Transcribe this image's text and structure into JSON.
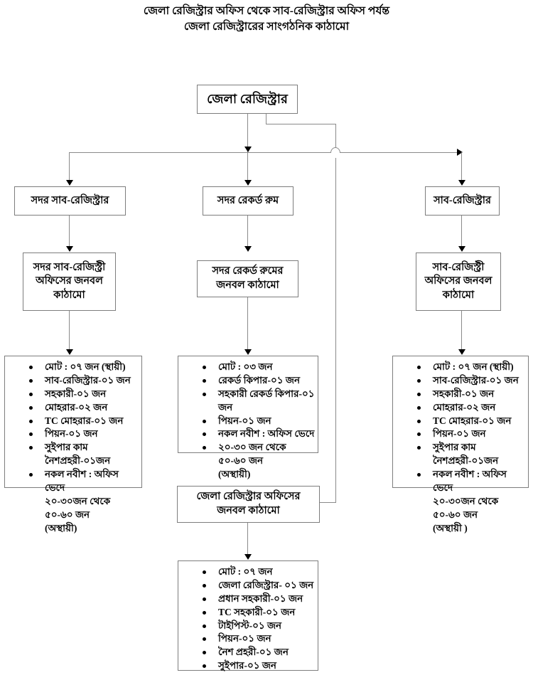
{
  "title": {
    "line1": "জেলা রেজিস্ট্রার অফিস থেকে সাব-রেজিস্ট্রার অফিস পর্যন্ত",
    "line2": "জেলা রেজিস্ট্রারের সাংগঠনিক কাঠামো"
  },
  "nodes": {
    "root": "জেলা রেজিস্ট্রার",
    "sadar_sub_registrar": "সদর সাব-রেজিস্ট্রার",
    "sadar_record_room": "সদর রেকর্ড রুম",
    "sub_registrar": "সাব-রেজিস্ট্রার",
    "sadar_sub_registry_staff": "সদর সাব-রেজিস্ট্রী\nঅফিসের জনবল\nকাঠামো",
    "sadar_record_room_staff": "সদর রেকর্ড রুমের\nজনবল কাঠামো",
    "sub_registry_staff": "সাব-রেজিস্ট্রী\nঅফিসের জনবল\nকাঠামো",
    "district_registrar_office_staff": "জেলা রেজিস্ট্রার অফিসের\nজনবল কাঠামো"
  },
  "lists": {
    "sadar_sub_registry": [
      {
        "text": "মোট : ০৭ জন (স্থায়ী)",
        "bullet": true
      },
      {
        "text": "সাব-রেজিস্ট্রার-০১ জন",
        "bullet": true
      },
      {
        "text": "সহকারী-০১ জন",
        "bullet": true
      },
      {
        "text": "মোহরার-০২ জন",
        "bullet": true
      },
      {
        "text": "TC মোহরার-০১ জন",
        "bullet": true
      },
      {
        "text": "পিয়ন-০১ জন",
        "bullet": true
      },
      {
        "text": "সুইপার কাম নৈশপ্রহরী-০১জন",
        "bullet": true
      },
      {
        "text": "নকল নবীশ : অফিস ভেদে\n২০-৩০জন থেকে ৫০-৬০ জন\n(অস্থায়ী)",
        "bullet": true
      }
    ],
    "sadar_record_room": [
      {
        "text": "মোট : ০৩ জন",
        "bullet": true
      },
      {
        "text": "রেকর্ড কিপার-০১ জন",
        "bullet": true
      },
      {
        "text": "সহকারী রেকর্ড কিপার-০১ জন",
        "bullet": true
      },
      {
        "text": "পিয়ন-০১ জন",
        "bullet": true
      },
      {
        "text": "নকল নবীশ : অফিস ভেদে",
        "bullet": true
      },
      {
        "text": "২০-৩০ জন থেকে ৫০-৬০ জন\n(অস্থায়ী)",
        "bullet": true
      }
    ],
    "sub_registry": [
      {
        "text": "মোট : ০৭ জন (স্থায়ী)",
        "bullet": true
      },
      {
        "text": "সাব-রেজিস্ট্রার-০১ জন",
        "bullet": true
      },
      {
        "text": "সহকারী-০১ জন",
        "bullet": true
      },
      {
        "text": "মোহরার-০২ জন",
        "bullet": true
      },
      {
        "text": "TC মোহরার-০১ জন",
        "bullet": true
      },
      {
        "text": "পিয়ন-০১ জন",
        "bullet": true
      },
      {
        "text": "সুইপার কাম নৈশপ্রহরী-০১জন",
        "bullet": true
      },
      {
        "text": "নকল নবীশ : অফিস ভেদে\n২০-৩০জন থেকে ৫০-৬০ জন\n(অস্থায়ী )",
        "bullet": true
      }
    ],
    "district_registrar_office": [
      {
        "text": "মোট : ০৭ জন",
        "bullet": true
      },
      {
        "text": "জেলা রেজিস্ট্রার- ০১ জন",
        "bullet": true
      },
      {
        "text": "প্রধান সহকারী-০১ জন",
        "bullet": true
      },
      {
        "text": "TC সহকারী-০১ জন",
        "bullet": true
      },
      {
        "text": "টাইপিস্ট-০১ জন",
        "bullet": true
      },
      {
        "text": "পিয়ন-০১ জন",
        "bullet": true
      },
      {
        "text": "নৈশ প্রহরী-০১ জন",
        "bullet": true
      },
      {
        "text": "সুইপার-০১ জন",
        "bullet": true
      }
    ]
  },
  "colors": {
    "box_border": "#7d7d7d",
    "connector": "#8a8a8a",
    "arrow": "#000000",
    "background": "#ffffff",
    "text": "#000000"
  }
}
